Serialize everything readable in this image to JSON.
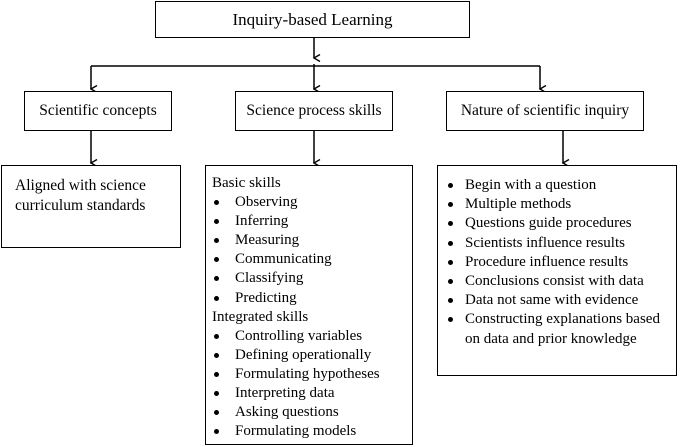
{
  "title": "Inquiry-based Learning",
  "branches": {
    "concepts": "Scientific concepts",
    "process": "Science process skills",
    "nature": "Nature of scientific inquiry"
  },
  "concepts_detail": {
    "line1": "Aligned with science",
    "line2": "curriculum standards"
  },
  "process_detail": {
    "basic_heading": "Basic skills",
    "basic": [
      "Observing",
      "Inferring",
      "Measuring",
      "Communicating",
      "Classifying",
      "Predicting"
    ],
    "integrated_heading": "Integrated skills",
    "integrated": [
      "Controlling variables",
      "Defining operationally",
      "Formulating hypotheses",
      "Interpreting data",
      "Asking questions",
      "Formulating models"
    ]
  },
  "nature_detail": {
    "items": [
      "Begin with a question",
      "Multiple methods",
      "Questions guide procedures",
      "Scientists influence results",
      "Procedure influence results",
      "Conclusions consist with data",
      "Data not same with evidence"
    ],
    "last_line1": "Constructing explanations based",
    "last_line2": "on data and prior knowledge"
  }
}
